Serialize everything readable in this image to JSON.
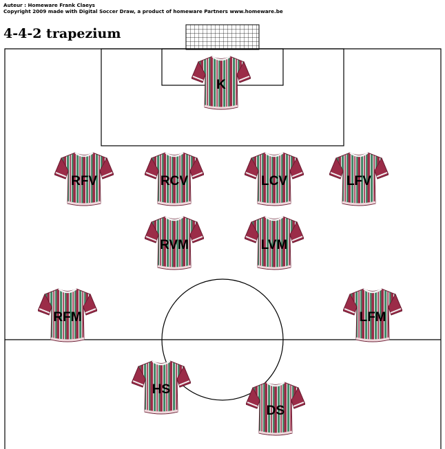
{
  "credits": {
    "line1": "Auteur : Homeware Frank Claeys",
    "line2": "Copyright 2009  made with Digital Soccer Draw, a product of homeware Partners www.homeware.be"
  },
  "title": "4-4-2 trapezium",
  "colors": {
    "shirt_red": "#9b2c48",
    "shirt_green": "#3e8a67",
    "shirt_white": "#f2f2f2",
    "line": "#000000"
  },
  "players": [
    {
      "label": "K"
    },
    {
      "label": "RFV"
    },
    {
      "label": "RCV"
    },
    {
      "label": "LCV"
    },
    {
      "label": "LFV"
    },
    {
      "label": "RVM"
    },
    {
      "label": "LVM"
    },
    {
      "label": "RFM"
    },
    {
      "label": "LFM"
    },
    {
      "label": "HS"
    },
    {
      "label": "DS"
    }
  ]
}
